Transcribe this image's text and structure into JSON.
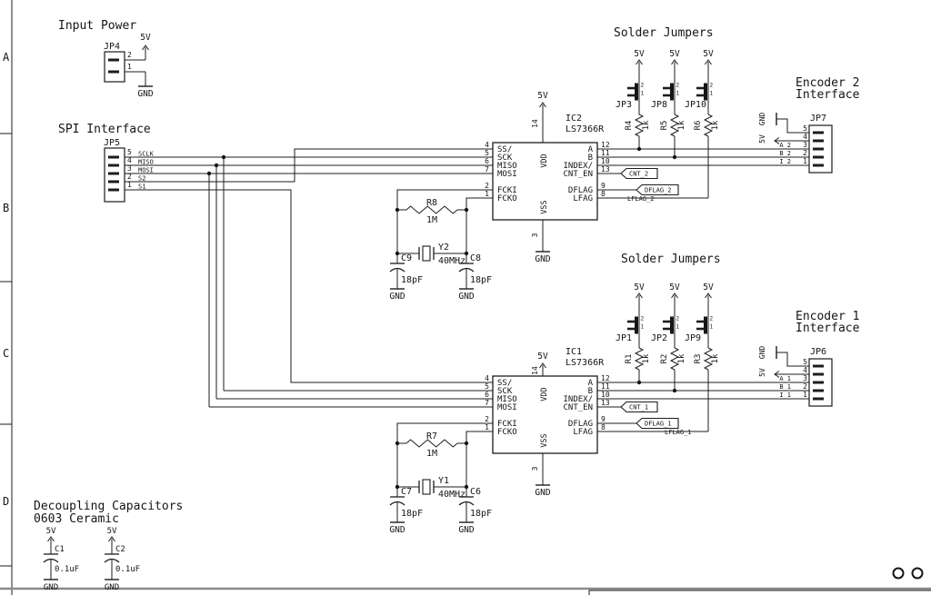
{
  "sheet": {
    "rows": [
      "A",
      "B",
      "C",
      "D"
    ]
  },
  "titles": {
    "input_power": "Input Power",
    "spi": "SPI Interface",
    "jumpers_top": "Solder Jumpers",
    "jumpers_bottom": "Solder Jumpers",
    "enc2_line1": "Encoder 2",
    "enc2_line2": "Interface",
    "enc1_line1": "Encoder 1",
    "enc1_line2": "Interface",
    "decoupling_line1": "Decoupling Capacitors",
    "decoupling_line2": "0603 Ceramic"
  },
  "power": {
    "v5": "5V",
    "gnd": "GND"
  },
  "connectors": {
    "jp4": {
      "ref": "JP4",
      "pins": [
        "2",
        "1"
      ]
    },
    "jp5": {
      "ref": "JP5",
      "pins": [
        "5",
        "4",
        "3",
        "2",
        "1"
      ],
      "signals": [
        "SCLK",
        "MISO",
        "MOSI",
        "S2",
        "S1"
      ]
    },
    "jp7": {
      "ref": "JP7",
      "pins": [
        "5",
        "4",
        "3",
        "2",
        "1"
      ]
    },
    "jp6": {
      "ref": "JP6",
      "pins": [
        "5",
        "4",
        "3",
        "2",
        "1"
      ]
    }
  },
  "ic2": {
    "ref": "IC2",
    "part": "LS7366R",
    "left_pins": [
      {
        "num": "4",
        "name": "SS/"
      },
      {
        "num": "5",
        "name": "SCK"
      },
      {
        "num": "6",
        "name": "MISO"
      },
      {
        "num": "7",
        "name": "MOSI"
      },
      {
        "num": "2",
        "name": "FCKI"
      },
      {
        "num": "1",
        "name": "FCKO"
      }
    ],
    "right_pins": [
      {
        "num": "12",
        "name": "A"
      },
      {
        "num": "11",
        "name": "B"
      },
      {
        "num": "10",
        "name": "INDEX/"
      },
      {
        "num": "13",
        "name": "CNT_EN"
      },
      {
        "num": "9",
        "name": "DFLAG"
      },
      {
        "num": "8",
        "name": "LFAG"
      }
    ],
    "vdd": {
      "num": "14",
      "name": "VDD"
    },
    "vss": {
      "num": "3",
      "name": "VSS"
    },
    "flags": {
      "cnt": "CNT_2",
      "dflag": "DFLAG_2"
    },
    "nets": {
      "lflag": "LFLAG_2",
      "a": "A_2",
      "b": "B_2",
      "i": "I_2"
    }
  },
  "ic1": {
    "ref": "IC1",
    "part": "LS7366R",
    "left_pins": [
      {
        "num": "4",
        "name": "SS/"
      },
      {
        "num": "5",
        "name": "SCK"
      },
      {
        "num": "6",
        "name": "MISO"
      },
      {
        "num": "7",
        "name": "MOSI"
      },
      {
        "num": "2",
        "name": "FCKI"
      },
      {
        "num": "1",
        "name": "FCKO"
      }
    ],
    "right_pins": [
      {
        "num": "12",
        "name": "A"
      },
      {
        "num": "11",
        "name": "B"
      },
      {
        "num": "10",
        "name": "INDEX/"
      },
      {
        "num": "13",
        "name": "CNT_EN"
      },
      {
        "num": "9",
        "name": "DFLAG"
      },
      {
        "num": "8",
        "name": "LFAG"
      }
    ],
    "vdd": {
      "num": "14",
      "name": "VDD"
    },
    "vss": {
      "num": "3",
      "name": "VSS"
    },
    "flags": {
      "cnt": "CNT_1",
      "dflag": "DFLAG_1"
    },
    "nets": {
      "lflag": "LFLAG_1",
      "a": "A_1",
      "b": "B_1",
      "i": "I_1"
    }
  },
  "jumper_banks": {
    "pin_top": "2",
    "pin_bottom": "1",
    "top": {
      "items": [
        {
          "jp": "JP3",
          "res": "R4",
          "val": "1k"
        },
        {
          "jp": "JP8",
          "res": "R5",
          "val": "1k"
        },
        {
          "jp": "JP10",
          "res": "R6",
          "val": "1k"
        }
      ]
    },
    "bottom": {
      "items": [
        {
          "jp": "JP1",
          "res": "R1",
          "val": "1k"
        },
        {
          "jp": "JP2",
          "res": "R2",
          "val": "1k"
        },
        {
          "jp": "JP9",
          "res": "R3",
          "val": "1k"
        }
      ]
    }
  },
  "xtal_top": {
    "res": "R8",
    "res_val": "1M",
    "xtal": "Y2",
    "freq": "40MHz",
    "cap_left": "C9",
    "cap_right": "C8",
    "cap_val": "18pF"
  },
  "xtal_bottom": {
    "res": "R7",
    "res_val": "1M",
    "xtal": "Y1",
    "freq": "40MHz",
    "cap_left": "C7",
    "cap_right": "C6",
    "cap_val": "18pF"
  },
  "decoupling": {
    "caps": [
      {
        "ref": "C1",
        "val": "0.1uF"
      },
      {
        "ref": "C2",
        "val": "0.1uF"
      }
    ]
  }
}
